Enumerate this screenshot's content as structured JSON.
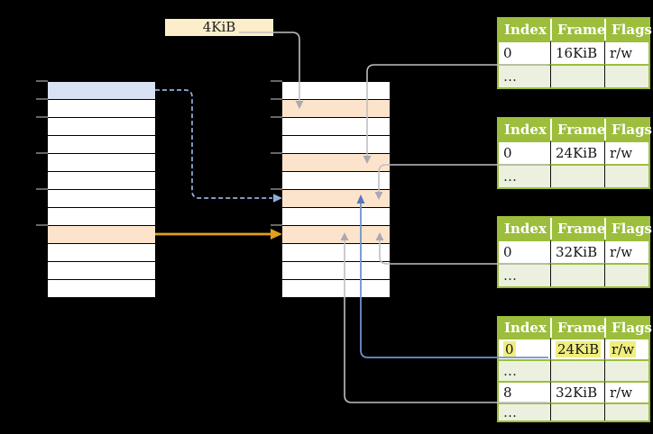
{
  "page_size_label": "4KiB",
  "colors": {
    "background": "#000000",
    "green_header": "#9CBE3C",
    "light_green_row": "#EBF1DE",
    "cream_box": "#FCEECB",
    "blue_row": "#D9E2F3",
    "orange_row": "#FCE4CC",
    "yellow_text_highlight": "#F0EE7E",
    "gray_arrow": "#BFBFC3",
    "gray_arrowhead": "#A9A9B0",
    "blue_arrow": "#7092CB",
    "blue_arrowhead": "#5878B8",
    "dashed_blue_arrow": "#92AFDB",
    "orange_arrow": "#E0A01E",
    "tick_gray": "#808080"
  },
  "virtual_memory_column": {
    "rows": [
      "blue",
      "white",
      "white",
      "white",
      "white",
      "white",
      "white",
      "white",
      "orange",
      "white",
      "white",
      "white"
    ]
  },
  "physical_memory_column": {
    "rows": [
      "white",
      "orange",
      "white",
      "white",
      "orange",
      "white",
      "orange",
      "white",
      "orange",
      "white",
      "white",
      "white"
    ]
  },
  "page_tables": [
    {
      "headers": [
        "Index",
        "Frame",
        "Flags"
      ],
      "rows": [
        {
          "cells": [
            "0",
            "16KiB",
            "r/w"
          ],
          "alt": false,
          "highlight": false
        },
        {
          "cells": [
            "…",
            "",
            ""
          ],
          "alt": true,
          "highlight": false
        }
      ]
    },
    {
      "headers": [
        "Index",
        "Frame",
        "Flags"
      ],
      "rows": [
        {
          "cells": [
            "0",
            "24KiB",
            "r/w"
          ],
          "alt": false,
          "highlight": false
        },
        {
          "cells": [
            "…",
            "",
            ""
          ],
          "alt": true,
          "highlight": false
        }
      ]
    },
    {
      "headers": [
        "Index",
        "Frame",
        "Flags"
      ],
      "rows": [
        {
          "cells": [
            "0",
            "32KiB",
            "r/w"
          ],
          "alt": false,
          "highlight": false
        },
        {
          "cells": [
            "…",
            "",
            ""
          ],
          "alt": true,
          "highlight": false
        }
      ]
    },
    {
      "headers": [
        "Index",
        "Frame",
        "Flags"
      ],
      "rows": [
        {
          "cells": [
            "0",
            "24KiB",
            "r/w"
          ],
          "alt": false,
          "highlight": true
        },
        {
          "cells": [
            "…",
            "",
            ""
          ],
          "alt": true,
          "highlight": false
        },
        {
          "cells": [
            "8",
            "32KiB",
            "r/w"
          ],
          "alt": false,
          "highlight": false
        },
        {
          "cells": [
            "…",
            "",
            ""
          ],
          "alt": true,
          "highlight": false,
          "cut": true
        }
      ]
    }
  ]
}
